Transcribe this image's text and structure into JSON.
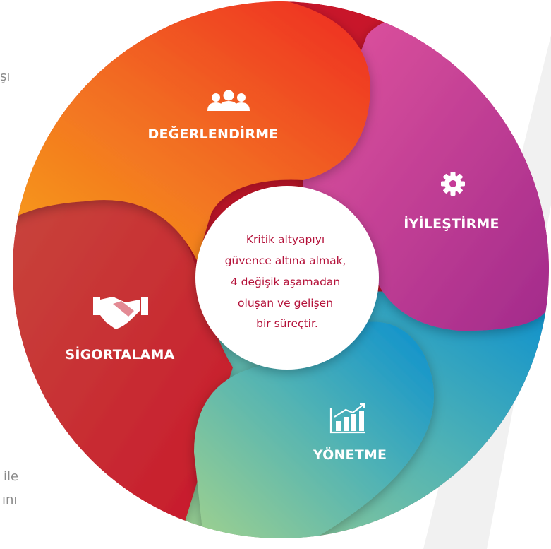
{
  "side_text": {
    "top_fragment": "şı",
    "bottom_fragment_1": "ile",
    "bottom_fragment_2": "ını"
  },
  "cycle": {
    "center_text": [
      "Kritik altyapıyı",
      "güvence altına almak,",
      "4 değişik aşamadan",
      "oluşan ve gelişen",
      "bir süreçtir."
    ],
    "stages": [
      {
        "label": "DEĞERLENDİRME",
        "icon": "people-group-icon",
        "color_from": "#f7a11a",
        "color_to": "#ee2a24"
      },
      {
        "label": "İYİLEŞTİRME",
        "icon": "gear-icon",
        "color_from": "#e4569f",
        "color_to": "#a22a8b"
      },
      {
        "label": "YÖNETME",
        "icon": "bar-chart-icon",
        "color_from": "#9bd08f",
        "color_to": "#0a8fcf"
      },
      {
        "label": "SİGORTALAMA",
        "icon": "handshake-icon",
        "color_from": "#c43a3c",
        "color_to": "#c8162a"
      }
    ]
  },
  "colors": {
    "center_text": "#b4123a",
    "label_text": "#ffffff",
    "side_text": "#8a8a8a"
  }
}
